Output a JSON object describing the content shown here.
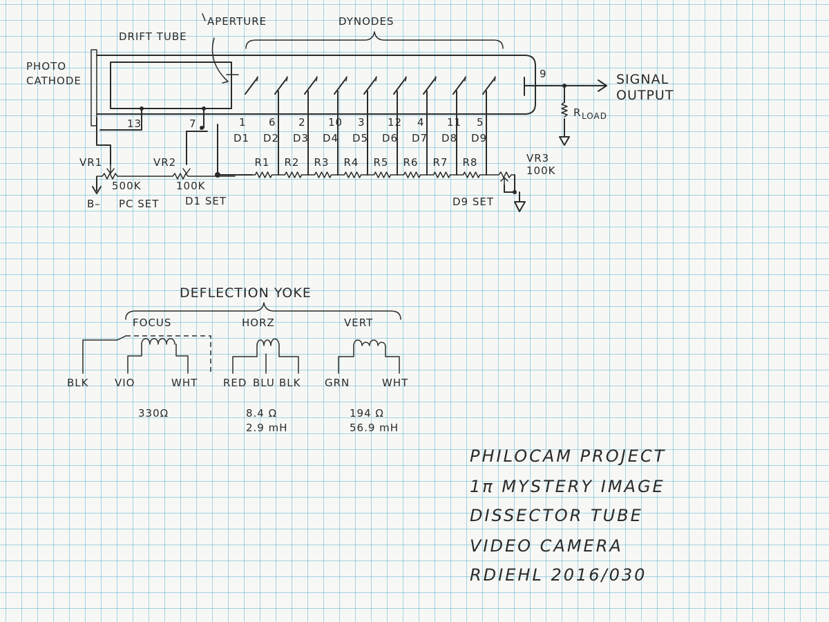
{
  "labels": {
    "photocathode_1": "PHOTO",
    "photocathode_2": "CATHODE",
    "drift_tube": "DRIFT TUBE",
    "aperture": "APERTURE",
    "dynodes": "DYNODES",
    "signal_1": "SIGNAL",
    "signal_2": "OUTPUT",
    "r_load_main": "R",
    "r_load_sub": "LOAD",
    "pin_9": "9",
    "pin_13": "13",
    "pin_7": "7",
    "vr1": "VR1",
    "vr1_value": "500K",
    "vr2": "VR2",
    "vr2_value": "100K",
    "vr3": "VR3",
    "vr3_value": "100K",
    "b_minus": "B–",
    "pc_set": "PC SET",
    "d1_set": "D1 SET",
    "d9_set": "D9 SET"
  },
  "dynodes": [
    {
      "pin": "1",
      "name": "D1",
      "resistor": "R1"
    },
    {
      "pin": "6",
      "name": "D2",
      "resistor": "R2"
    },
    {
      "pin": "2",
      "name": "D3",
      "resistor": "R3"
    },
    {
      "pin": "10",
      "name": "D4",
      "resistor": "R4"
    },
    {
      "pin": "3",
      "name": "D5",
      "resistor": "R5"
    },
    {
      "pin": "12",
      "name": "D6",
      "resistor": "R6"
    },
    {
      "pin": "4",
      "name": "D7",
      "resistor": "R7"
    },
    {
      "pin": "11",
      "name": "D8",
      "resistor": "R8"
    },
    {
      "pin": "5",
      "name": "D9",
      "resistor": ""
    }
  ],
  "yoke": {
    "title": "DEFLECTION YOKE",
    "groups": [
      {
        "name": "FOCUS",
        "wires": [
          "BLK",
          "VIO",
          "WHT"
        ],
        "resistance": "330Ω",
        "inductance": ""
      },
      {
        "name": "HORZ",
        "wires": [
          "RED",
          "BLU",
          "BLK"
        ],
        "resistance": "8.4 Ω",
        "inductance": "2.9 mH"
      },
      {
        "name": "VERT",
        "wires": [
          "GRN",
          "WHT"
        ],
        "resistance": "194 Ω",
        "inductance": "56.9 mH"
      }
    ]
  },
  "project_notes": [
    "PHILOCAM PROJECT",
    "1π MYSTERY IMAGE",
    "DISSECTOR TUBE",
    "VIDEO CAMERA",
    "RDIEHL  2016/030"
  ],
  "colors": {
    "paper": "#f7f8f5",
    "grid": "#5fafd7",
    "ink": "#2a2a2a"
  }
}
